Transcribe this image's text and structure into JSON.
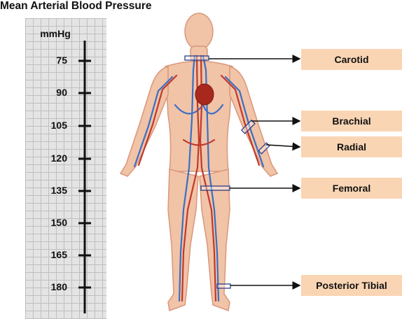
{
  "title": "Mean Arterial Blood Pressure",
  "scale": {
    "unit": "mmHg",
    "ticks": [
      "75",
      "90",
      "105",
      "120",
      "135",
      "150",
      "165",
      "180"
    ]
  },
  "sites": [
    "Carotid",
    "Brachial",
    "Radial",
    "Femoral",
    "Posterior Tibial"
  ],
  "colors": {
    "label_box": "#fad5b4",
    "scale_panel": "#e4e4e4",
    "skin": "#f1c3a7",
    "artery": "#c0392b",
    "vein": "#3a6fc4"
  }
}
